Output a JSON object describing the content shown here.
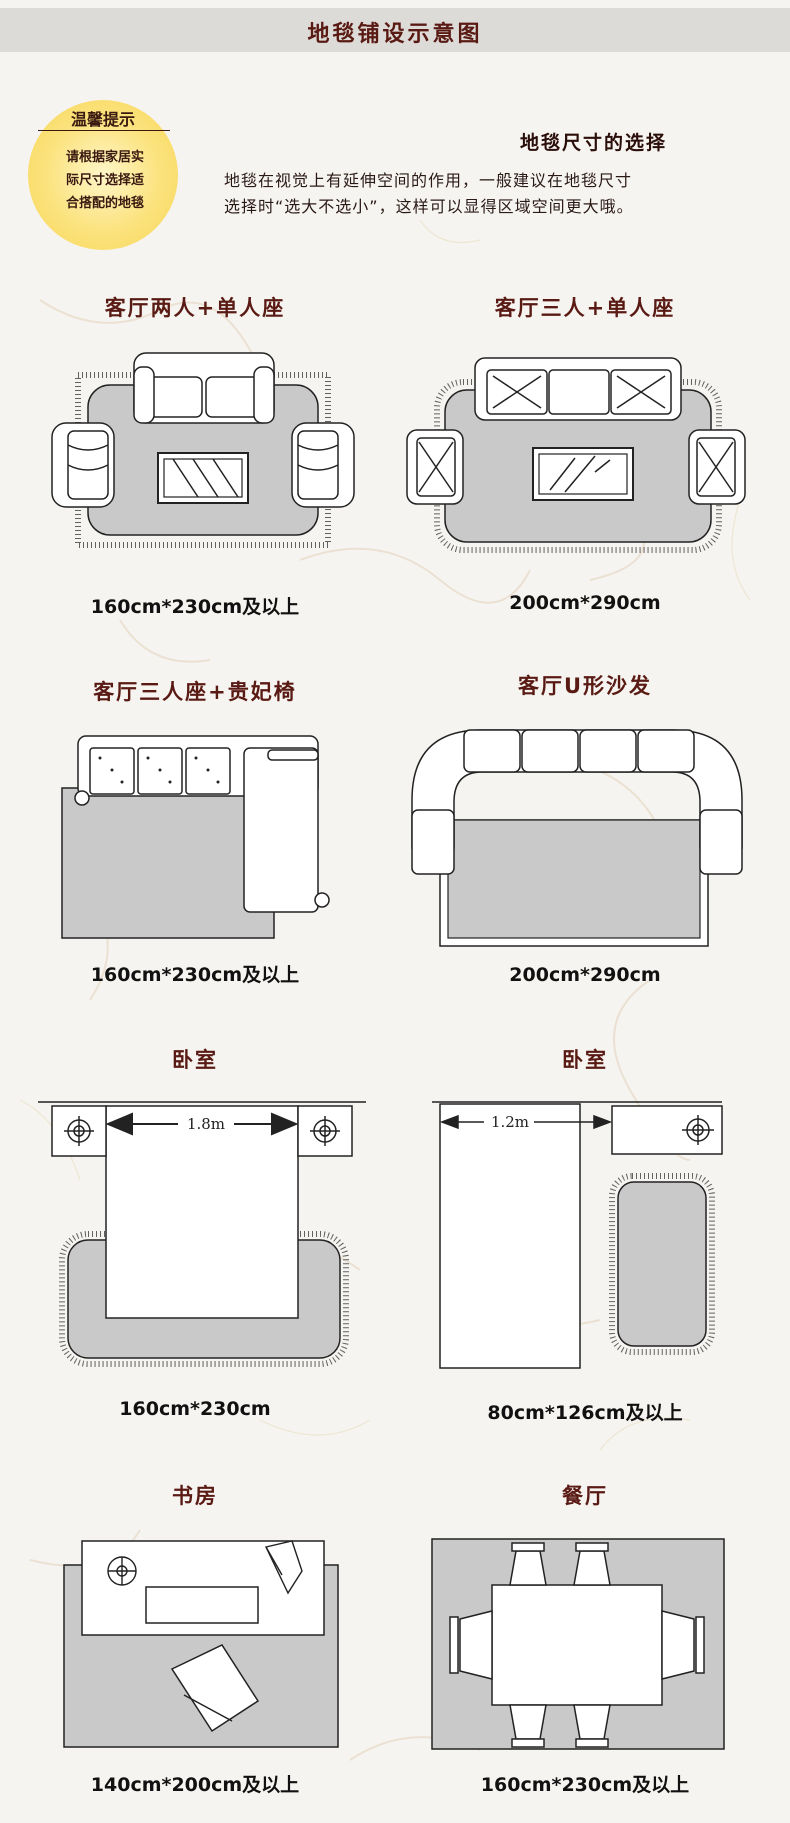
{
  "header": {
    "title": "地毯铺设示意图"
  },
  "tip": {
    "title": "温馨提示",
    "lines": [
      "请根据家居实",
      "际尺寸选择适",
      "合搭配的地毯"
    ]
  },
  "intro": {
    "title": "地毯尺寸的选择",
    "text_line1": "地毯在视觉上有延伸空间的作用，一般建议在地毯尺寸",
    "text_line2": "选择时“选大不选小”，这样可以显得区域空间更大哦。"
  },
  "layouts": [
    {
      "label": "客厅两人+单人座",
      "size": "160cm*230cm及以上"
    },
    {
      "label": "客厅三人+单人座",
      "size": "200cm*290cm"
    },
    {
      "label": "客厅三人座+贵妃椅",
      "size": "160cm*230cm及以上"
    },
    {
      "label": "客厅U形沙发",
      "size": "200cm*290cm"
    },
    {
      "label": "卧室",
      "size": "160cm*230cm",
      "bed_width": "1.8m"
    },
    {
      "label": "卧室",
      "size": "80cm*126cm及以上",
      "bed_width": "1.2m"
    },
    {
      "label": "书房",
      "size": "140cm*200cm及以上"
    },
    {
      "label": "餐厅",
      "size": "160cm*230cm及以上"
    }
  ],
  "colors": {
    "title": "#5a1a14",
    "rug": "#c9c9c9",
    "line": "#222222",
    "tip_bg": "#f8dc6a"
  }
}
